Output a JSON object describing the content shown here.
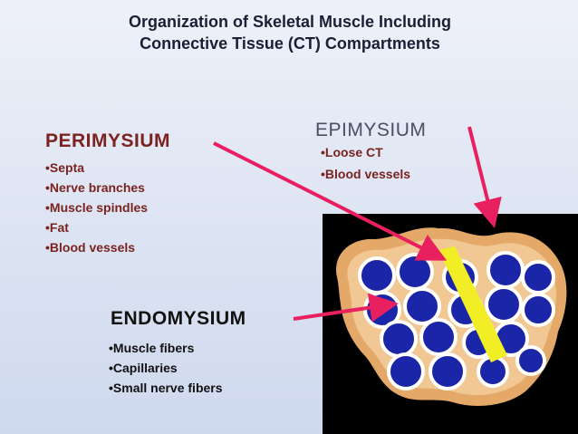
{
  "title": {
    "line1": "Organization of Skeletal Muscle Including",
    "line2": "Connective Tissue (CT) Compartments"
  },
  "perimysium": {
    "heading": "PERIMYSIUM",
    "items": [
      "•Septa",
      "•Nerve branches",
      "•Muscle spindles",
      "•Fat",
      "•Blood vessels"
    ]
  },
  "epimysium": {
    "heading": "EPIMYSIUM",
    "items": [
      "•Loose CT",
      "•Blood vessels"
    ]
  },
  "endomysium": {
    "heading": "ENDOMYSIUM",
    "items": [
      "•Muscle fibers",
      "•Capillaries",
      "•Small nerve fibers"
    ]
  },
  "colors": {
    "arrow": "#e8205f",
    "fiber": "#1b25a8",
    "septum": "#f2ee25",
    "tissue": "#e4a868",
    "background_panel": "#000000"
  }
}
